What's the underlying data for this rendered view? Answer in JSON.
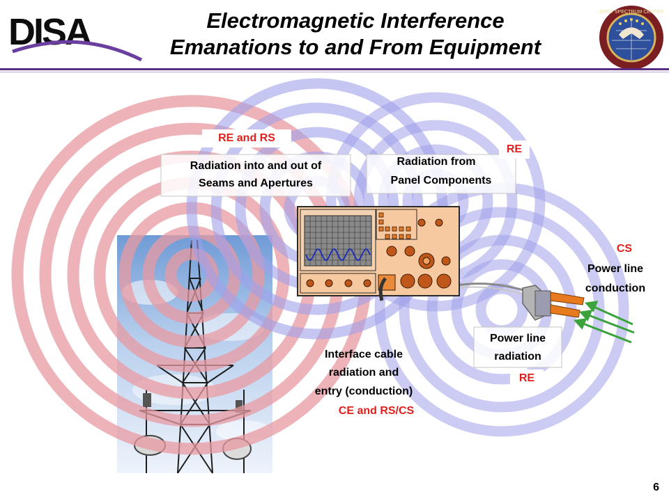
{
  "header": {
    "logo_text": "DISA",
    "title_line1": "Electromagnetic Interference",
    "title_line2": "Emanations to and From Equipment",
    "seal_text": "JOINT SPECTRUM CENTER"
  },
  "labels": {
    "seams_code": "RE and RS",
    "seams_line1": "Radiation into and out of",
    "seams_line2": "Seams and Apertures",
    "panel_code": "RE",
    "panel_line1": "Radiation from",
    "panel_line2": "Panel Components",
    "cs_code": "CS",
    "cs_line1": "Power line",
    "cs_line2": "conduction",
    "plr_line1": "Power line",
    "plr_line2": "radiation",
    "plr_code": "RE",
    "cable_line1": "Interface cable",
    "cable_line2": "radiation and",
    "cable_line3": "entry (conduction)",
    "cable_code": "CE and RS/CS"
  },
  "colors": {
    "red_rings": "#e89aa2",
    "blue_rings": "#a0a0ea",
    "label_red": "#e0201c",
    "panel_fill": "#f6c9a0",
    "divider_purple": "#5a2d82",
    "arrow_green": "#3ca33c"
  },
  "footer": {
    "page_number": "6"
  }
}
